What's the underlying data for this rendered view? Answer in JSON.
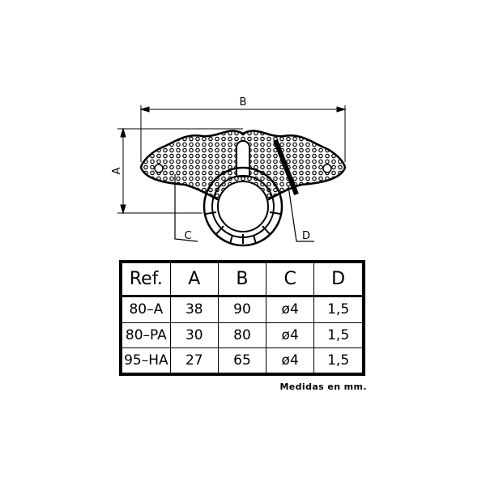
{
  "drawing": {
    "labels": {
      "a": "A",
      "b": "B",
      "c": "C",
      "d": "D"
    }
  },
  "table": {
    "headers": [
      "Ref.",
      "A",
      "B",
      "C",
      "D"
    ],
    "rows": [
      [
        "80–A",
        "38",
        "90",
        "ø4",
        "1,5"
      ],
      [
        "80–PA",
        "30",
        "80",
        "ø4",
        "1,5"
      ],
      [
        "95–HA",
        "27",
        "65",
        "ø4",
        "1,5"
      ]
    ]
  },
  "note": "Medidas en mm."
}
